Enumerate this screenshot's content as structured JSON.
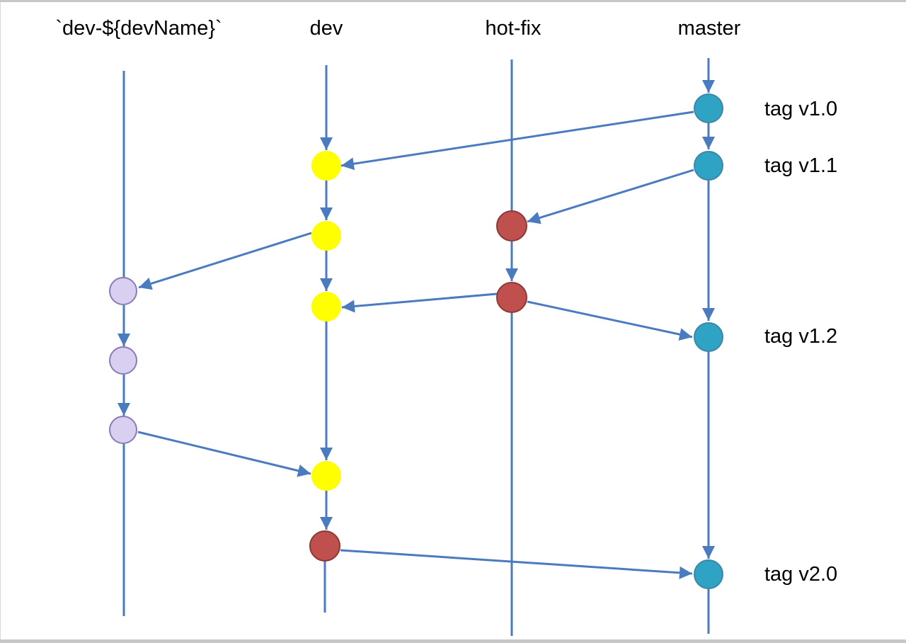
{
  "branches": {
    "dev_name": "`dev-${devName}`",
    "dev": "dev",
    "hotfix": "hot-fix",
    "master": "master"
  },
  "tags": {
    "v1_0": "tag v1.0",
    "v1_1": "tag v1.1",
    "v1_2": "tag v1.2",
    "v2_0": "tag v2.0"
  },
  "colors": {
    "line": "#4a7bbf",
    "master_commit": "#2ea3c4",
    "dev_commit": "#ffff00",
    "hotfix_commit": "#c0504d",
    "feature_commit": "#d9cff0"
  }
}
